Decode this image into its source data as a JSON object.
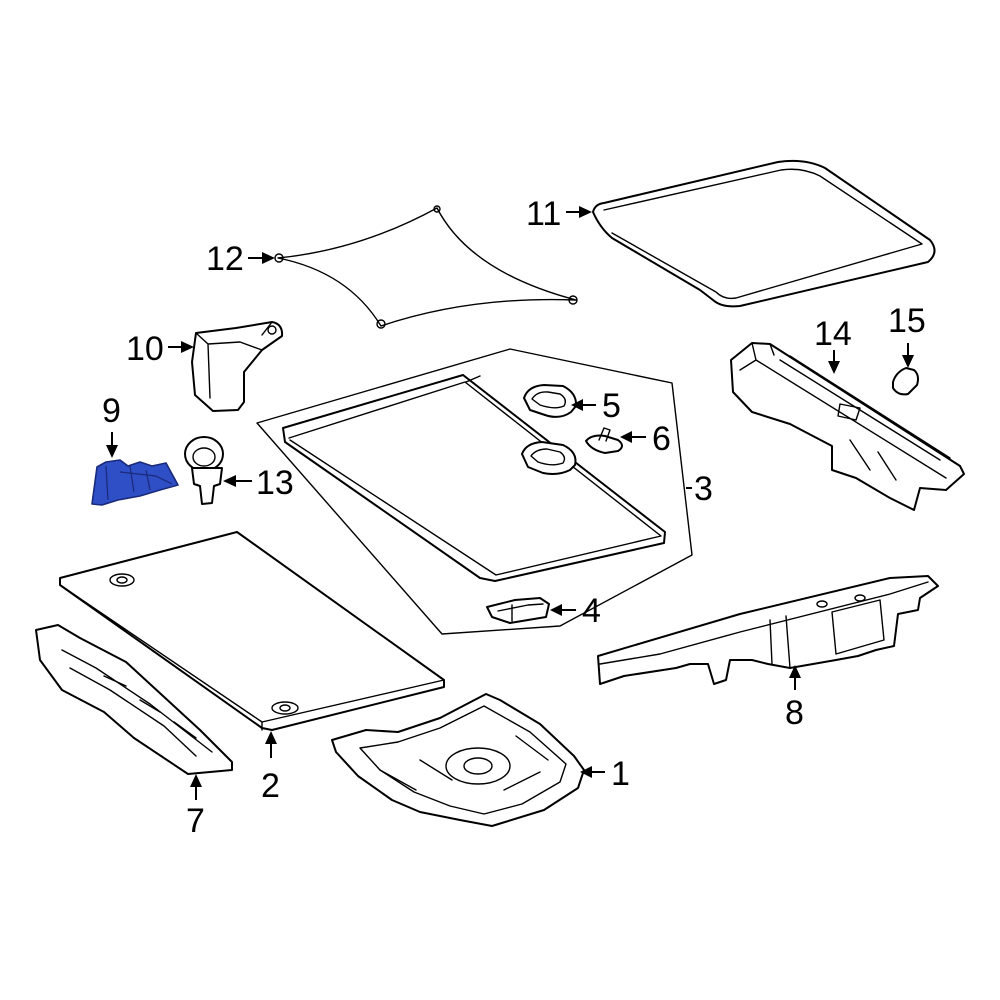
{
  "callouts": [
    {
      "id": "1",
      "label": "1"
    },
    {
      "id": "2",
      "label": "2"
    },
    {
      "id": "3",
      "label": "3"
    },
    {
      "id": "4",
      "label": "4"
    },
    {
      "id": "5",
      "label": "5"
    },
    {
      "id": "6",
      "label": "6"
    },
    {
      "id": "7",
      "label": "7"
    },
    {
      "id": "8",
      "label": "8"
    },
    {
      "id": "9",
      "label": "9"
    },
    {
      "id": "10",
      "label": "10"
    },
    {
      "id": "11",
      "label": "11"
    },
    {
      "id": "12",
      "label": "12"
    },
    {
      "id": "13",
      "label": "13"
    },
    {
      "id": "14",
      "label": "14"
    },
    {
      "id": "15",
      "label": "15"
    }
  ],
  "highlighted_part": "9",
  "colors": {
    "line": "#000000",
    "highlight": "#2f4fc6",
    "background": "#ffffff"
  }
}
